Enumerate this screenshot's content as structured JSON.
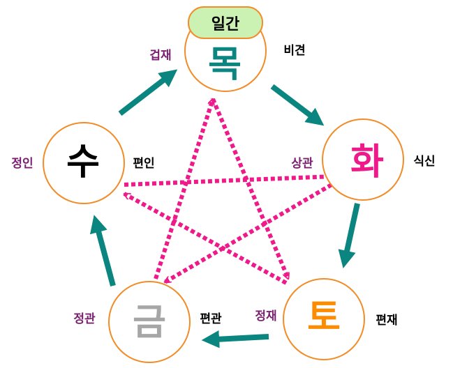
{
  "badge": "일간",
  "elements": {
    "wood": {
      "char": "목",
      "color": "#0b857f"
    },
    "fire": {
      "char": "화",
      "color": "#ee1a8a"
    },
    "earth": {
      "char": "토",
      "color": "#ff8c00"
    },
    "metal": {
      "char": "금",
      "color": "#a6a6a6"
    },
    "water": {
      "char": "수",
      "color": "#000000"
    }
  },
  "labels": {
    "geopjae": "겁재",
    "bigyeon": "비견",
    "jeongin": "정인",
    "pyeonin": "편인",
    "sanggwan": "상관",
    "siksin": "식신",
    "jeonggwan": "정관",
    "pyeongwan": "편관",
    "jeongjae": "정재",
    "pyeonjae": "편재"
  },
  "colors": {
    "circle_stroke": "#f28c28",
    "badge_fill": "#ccf2b3",
    "generating_arrow": "#0b857f",
    "controlling_arrow": "#ee1a8a",
    "purple_label": "#7a1f6f",
    "black_label": "#000000"
  }
}
